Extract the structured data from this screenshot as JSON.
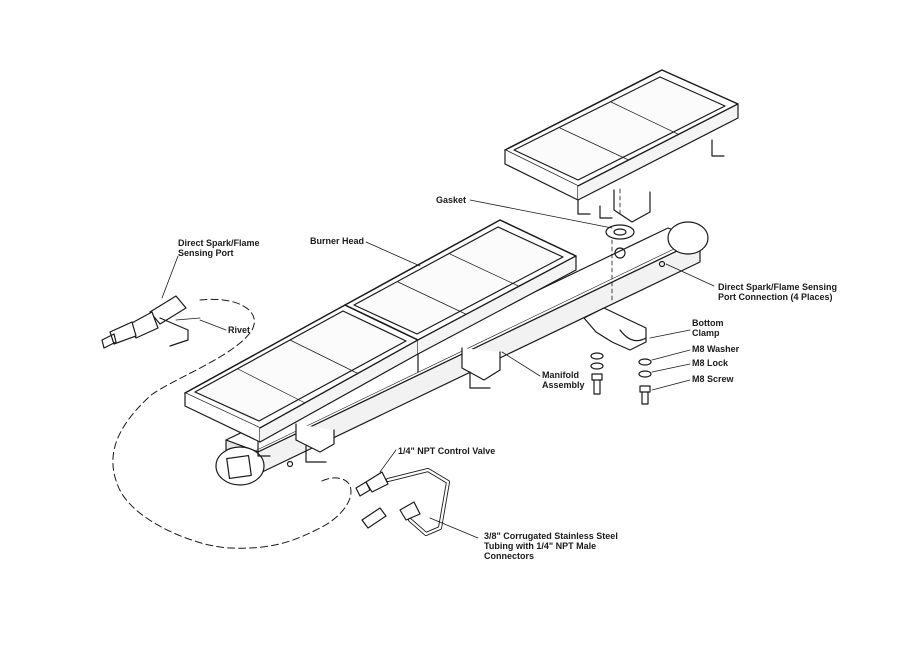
{
  "labels": {
    "gasket": "Gasket",
    "burner_head": "Burner Head",
    "spark_port_1": "Direct Spark/Flame",
    "spark_port_2": "Sensing Port",
    "rivet": "Rivet",
    "spark_conn_1": "Direct Spark/Flame Sensing",
    "spark_conn_2": "Port Connection (4 Places)",
    "bottom_clamp_1": "Bottom",
    "bottom_clamp_2": "Clamp",
    "m8_washer": "M8 Washer",
    "m8_lock": "M8 Lock",
    "m8_screw": "M8 Screw",
    "manifold_1": "Manifold",
    "manifold_2": "Assembly",
    "control_valve": "1/4\" NPT Control Valve",
    "tubing_1": "3/8\" Corrugated Stainless Steel",
    "tubing_2": "Tubing with 1/4\" NPT Male",
    "tubing_3": "Connectors"
  }
}
